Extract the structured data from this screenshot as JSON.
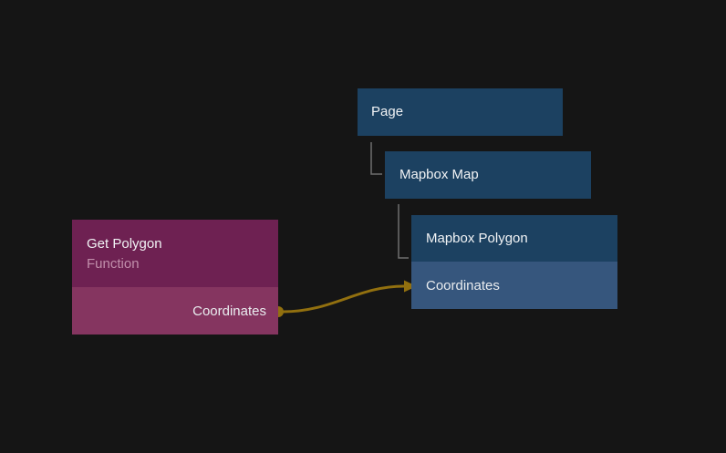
{
  "colors": {
    "background": "#151515",
    "visual_node_header": "#1c4161",
    "visual_node_port_row": "#36567d",
    "function_node_header": "#6e2152",
    "function_node_port_row": "#853560",
    "connection_wire": "#92700f",
    "tree_line": "#6f6f6f",
    "title_text": "#f1f3f5",
    "subtitle_text": "#c18fab"
  },
  "nodes": {
    "page": {
      "title": "Page"
    },
    "mapbox_map": {
      "title": "Mapbox Map"
    },
    "mapbox_polygon": {
      "title": "Mapbox Polygon",
      "input_port": "Coordinates"
    },
    "get_polygon": {
      "title": "Get Polygon",
      "subtitle": "Function",
      "output_port": "Coordinates"
    }
  },
  "connection": {
    "from": "Get Polygon.Coordinates",
    "to": "Mapbox Polygon.Coordinates"
  }
}
